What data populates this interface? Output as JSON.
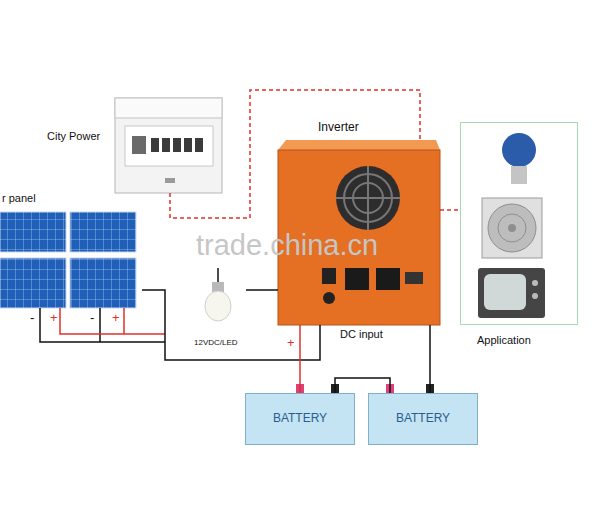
{
  "diagram": {
    "nodes": [
      {
        "text": [
          "City Power"
        ]
      },
      {
        "text": [
          "Inverter"
        ]
      },
      {
        "text": [
          "Application"
        ]
      },
      {
        "text": [
          "r panel"
        ]
      },
      {
        "text": [
          "12VDC/LED"
        ]
      },
      {
        "text": [
          "BATTERY"
        ]
      },
      {
        "text": [
          "BATTERY"
        ]
      }
    ],
    "edges": [
      {
        "from": 0,
        "to": 1,
        "arrow": "none"
      },
      {
        "from": 1,
        "to": 2,
        "arrow": "none"
      },
      {
        "from": 3,
        "to": 1,
        "arrow": "none"
      },
      {
        "from": 4,
        "to": 1,
        "arrow": "none"
      },
      {
        "from": 5,
        "to": 1,
        "arrow": "none"
      },
      {
        "from": 6,
        "to": 1,
        "arrow": "none"
      },
      {
        "from": 5,
        "to": 6,
        "arrow": "none"
      }
    ],
    "labels": [
      "trade.china.cn",
      "-",
      "+",
      "-",
      "+",
      "+",
      "DC input"
    ]
  }
}
